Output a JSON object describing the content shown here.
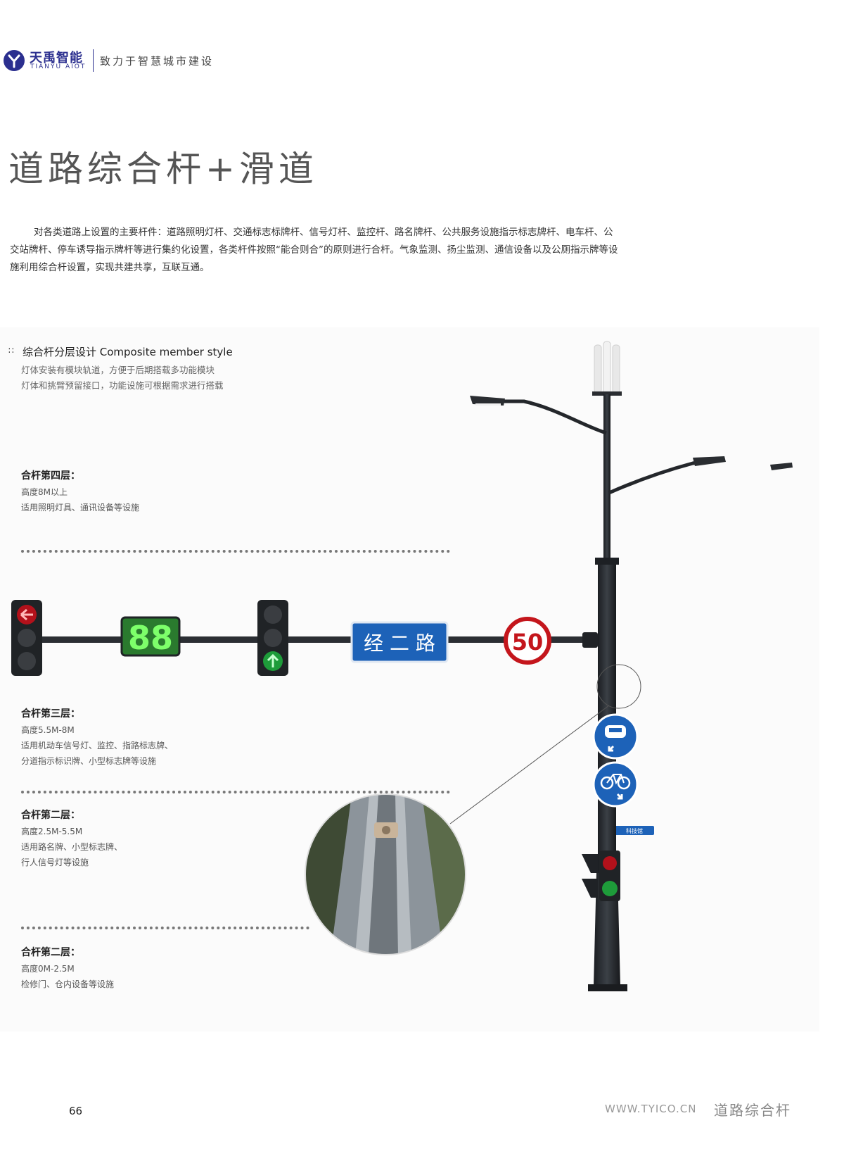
{
  "header": {
    "brand_cn": "天禹智能",
    "brand_en": "TIANYU AIOT",
    "slogan": "致力于智慧城市建设"
  },
  "title": "道路综合杆+滑道",
  "intro": "对各类道路上设置的主要杆件：道路照明灯杆、交通标志标牌杆、信号灯杆、监控杆、路名牌杆、公共服务设施指示标志牌杆、电车杆、公交站牌杆、停车诱导指示牌杆等进行集约化设置，各类杆件按照“能合则合”的原则进行合杆。气象监测、扬尘监测、通信设备以及公厕指示牌等设施利用综合杆设置，实现共建共享，互联互通。",
  "section": {
    "heading": "综合杆分层设计 Composite member style",
    "desc_line1": "灯体安装有模块轨道，方便于后期搭载多功能模块",
    "desc_line2": "灯体和挑臂预留接口，功能设施可根据需求进行搭载"
  },
  "layers": [
    {
      "title": "合杆第四层：",
      "lines": [
        "高度8M以上",
        "适用照明灯具、通讯设备等设施"
      ]
    },
    {
      "title": "合杆第三层：",
      "lines": [
        "高度5.5M-8M",
        "适用机动车信号灯、监控、指路标志牌、",
        "分道指示标识牌、小型标志牌等设施"
      ]
    },
    {
      "title": "合杆第二层：",
      "lines": [
        "高度2.5M-5.5M",
        "适用路名牌、小型标志牌、",
        "行人信号灯等设施"
      ]
    },
    {
      "title": "合杆第二层：",
      "lines": [
        "高度0M-2.5M",
        "检修门、仓内设备等设施"
      ]
    }
  ],
  "illustration": {
    "road_sign": "经 二 路",
    "speed_limit": "50",
    "countdown": "88",
    "small_sign": "科技馆"
  },
  "footer": {
    "page_number": "66",
    "url": "WWW.TYICO.CN",
    "section_name": "道路综合杆"
  }
}
